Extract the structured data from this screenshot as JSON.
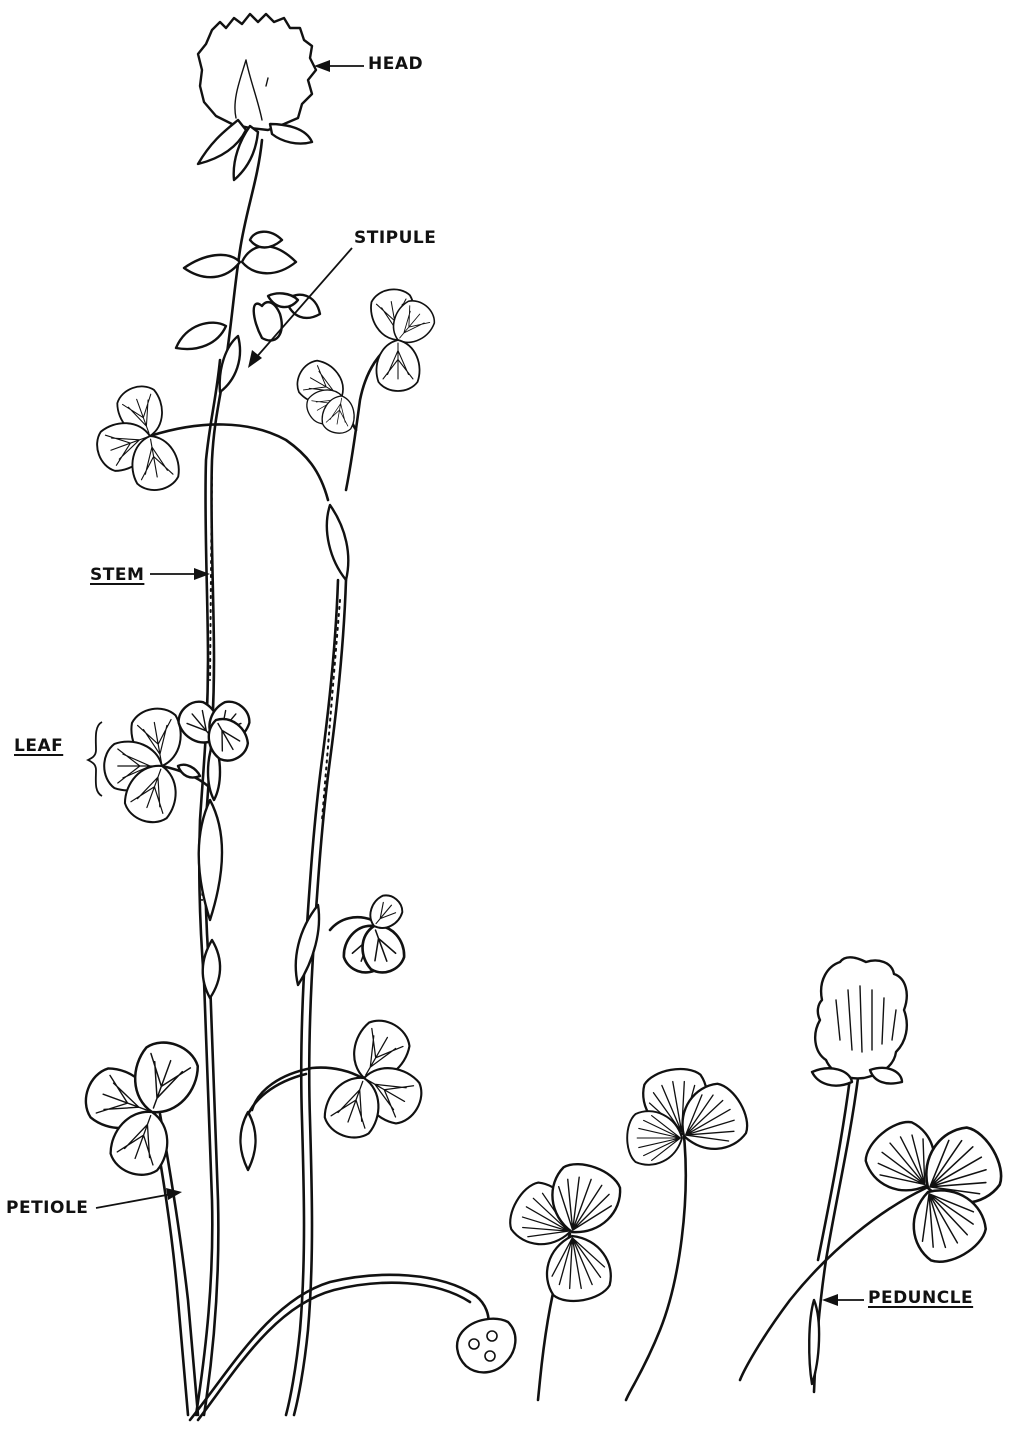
{
  "labels": {
    "head": "HEAD",
    "stipule": "STIPULE",
    "stem": "STEM",
    "leaf": "LEAF",
    "petiole": "PETIOLE",
    "peduncle": "PEDUNCLE"
  },
  "colors": {
    "ink": "#111111",
    "paper": "#ffffff"
  }
}
